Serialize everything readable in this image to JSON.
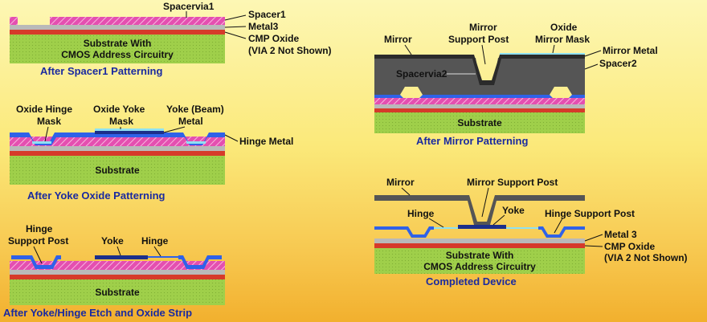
{
  "colors": {
    "substrate": "#9fcf4a",
    "cmp_oxide": "#d63a2a",
    "metal3": "#b9b9b9",
    "spacer": "#e44fb0",
    "hinge_metal": "#2f62e8",
    "oxide_mask": "#8fe1f2",
    "mirror": "#555555",
    "caption": "#1a2aa0"
  },
  "panels": {
    "p1": {
      "caption": "After Spacer1 Patterning",
      "substrate_line1": "Substrate With",
      "substrate_line2": "CMOS Address Circuitry",
      "labels": {
        "spacervia1": "Spacervia1",
        "spacer1": "Spacer1",
        "metal3": "Metal3",
        "cmp_oxide": "CMP Oxide",
        "via2_note": "(VIA 2 Not Shown)"
      }
    },
    "p2": {
      "caption": "After Yoke Oxide Patterning",
      "substrate": "Substrate",
      "labels": {
        "oxide_hinge_mask_1": "Oxide Hinge",
        "oxide_hinge_mask_2": "Mask",
        "oxide_yoke_mask_1": "Oxide Yoke",
        "oxide_yoke_mask_2": "Mask",
        "yoke_metal_1": "Yoke (Beam)",
        "yoke_metal_2": "Metal",
        "hinge_metal": "Hinge Metal"
      }
    },
    "p3": {
      "caption": "After Yoke/Hinge Etch and Oxide Strip",
      "substrate": "Substrate",
      "labels": {
        "hinge_support_post_1": "Hinge",
        "hinge_support_post_2": "Support Post",
        "yoke": "Yoke",
        "hinge": "Hinge"
      }
    },
    "p4": {
      "caption": "After Mirror Patterning",
      "substrate": "Substrate",
      "labels": {
        "mirror": "Mirror",
        "mirror_support_post_1": "Mirror",
        "mirror_support_post_2": "Support Post",
        "oxide_mirror_mask_1": "Oxide",
        "oxide_mirror_mask_2": "Mirror Mask",
        "mirror_metal": "Mirror Metal",
        "spacer2": "Spacer2",
        "spacervia2": "Spacervia2"
      }
    },
    "p5": {
      "caption": "Completed Device",
      "substrate_line1": "Substrate With",
      "substrate_line2": "CMOS Address Circuitry",
      "labels": {
        "mirror": "Mirror",
        "mirror_support_post": "Mirror Support Post",
        "hinge": "Hinge",
        "yoke": "Yoke",
        "hinge_support_post": "Hinge Support Post",
        "metal3": "Metal 3",
        "cmp_oxide": "CMP Oxide",
        "via2_note": "(VIA 2 Not Shown)"
      }
    }
  }
}
